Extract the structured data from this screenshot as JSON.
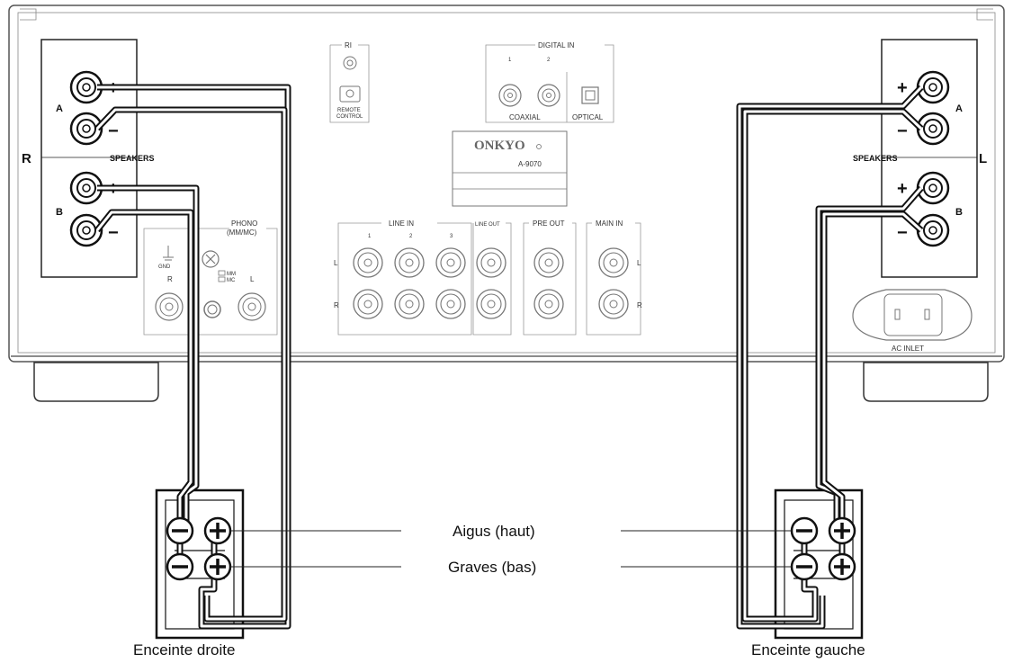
{
  "amplifier": {
    "brand": "ONKYO",
    "model": "A-9070",
    "ri_label": "RI",
    "remote_label_1": "REMOTE",
    "remote_label_2": "CONTROL",
    "digital_in_label": "DIGITAL IN",
    "digital_in_1": "1",
    "digital_in_2": "2",
    "coaxial_label": "COAXIAL",
    "optical_label": "OPTICAL",
    "phono_label_1": "PHONO",
    "phono_label_2": "(MM/MC)",
    "gnd_label": "GND",
    "mm_label": "MM",
    "mc_label": "MC",
    "phono_r": "R",
    "phono_l": "L",
    "line_in_label": "LINE IN",
    "line_in_1": "1",
    "line_in_2": "2",
    "line_in_3": "3",
    "line_out_label": "LINE OUT",
    "pre_out_label": "PRE OUT",
    "main_in_label": "MAIN IN",
    "row_l": "L",
    "row_r": "R",
    "ac_inlet_label": "AC INLET"
  },
  "speaker_terminals": {
    "left_panel_channel": "R",
    "right_panel_channel": "L",
    "speakers_label": "SPEAKERS",
    "set_a": "A",
    "set_b": "B",
    "plus": "+",
    "minus": "−"
  },
  "speakers": {
    "right_speaker_caption": "Enceinte droite",
    "left_speaker_caption": "Enceinte gauche",
    "tweeter_label": "Aigus (haut)",
    "woofer_label": "Graves (bas)"
  }
}
